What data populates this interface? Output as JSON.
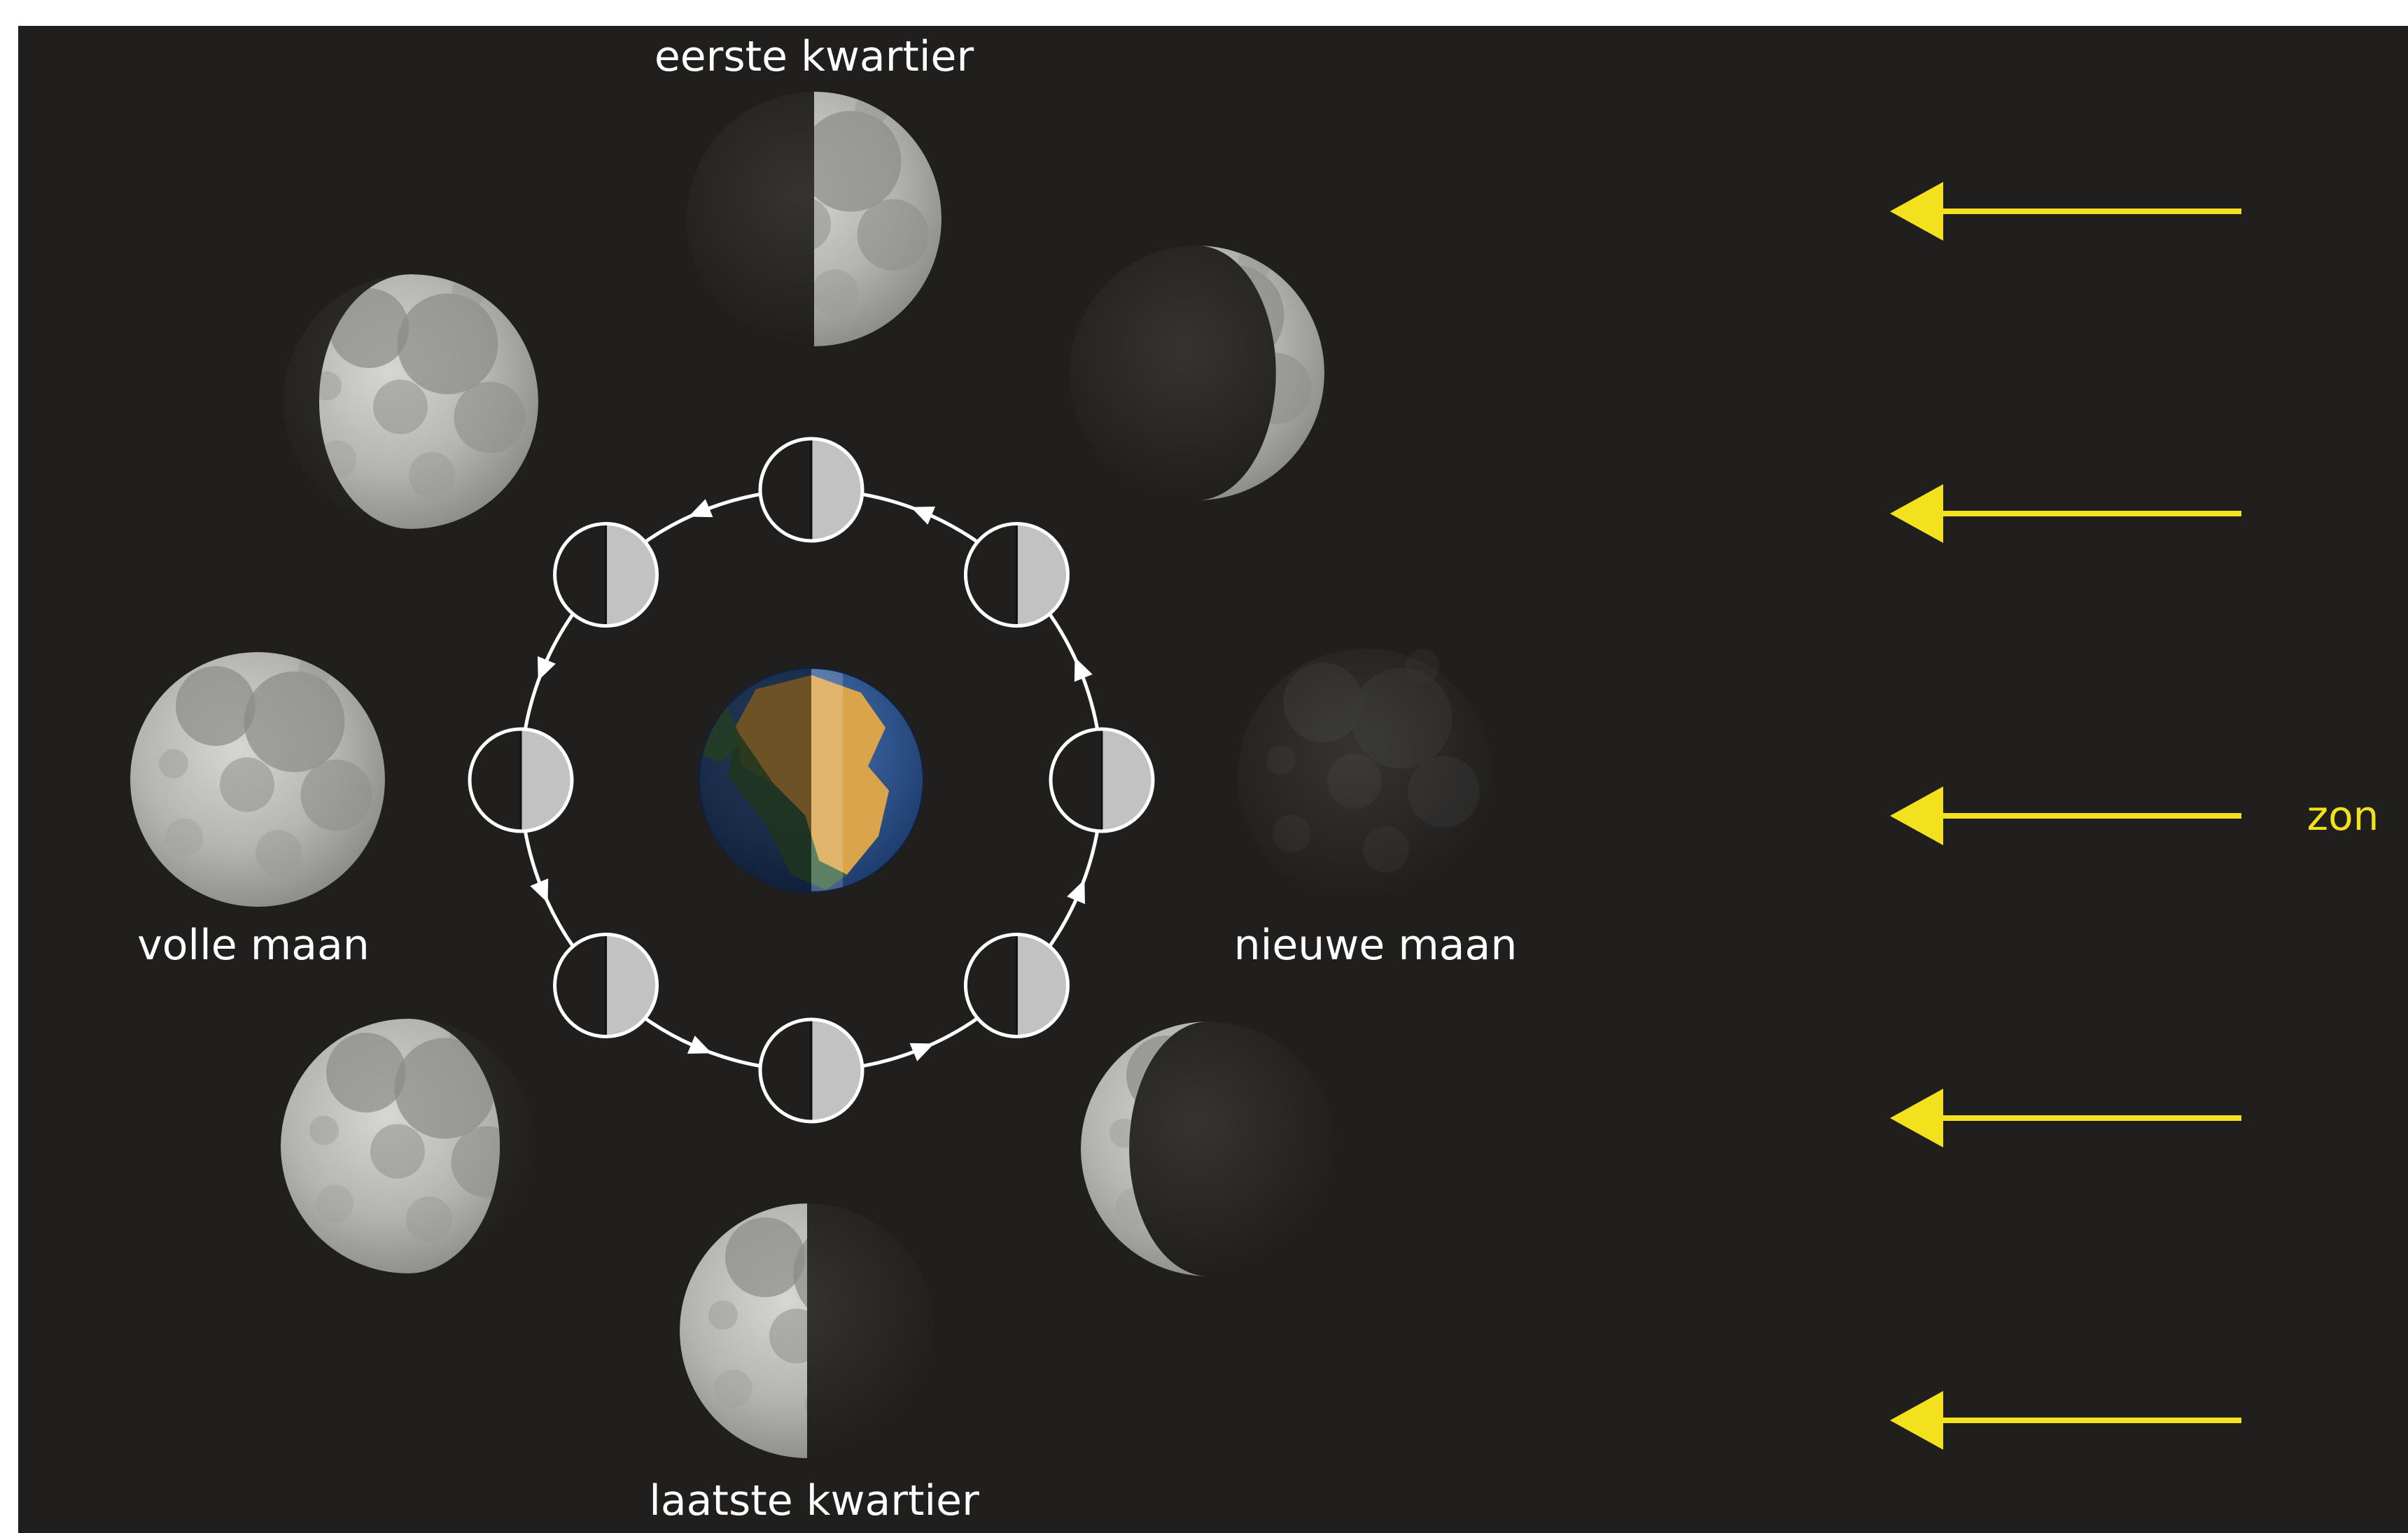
{
  "labels": {
    "first_quarter": "eerste kwartier",
    "last_quarter": "laatste kwartier",
    "full_moon": "volle maan",
    "new_moon": "nieuwe maan",
    "sun": "zon"
  },
  "colors": {
    "background": "#201f1e",
    "sun_rays": "#f2e11c",
    "orbit": "#ffffff",
    "moon_lit_small": "#c2c2c2",
    "earth_ocean": "#2f5a9a",
    "earth_land": "#d9a44a"
  },
  "icons": {
    "moon": "moon-phase-icon",
    "earth": "earth-icon",
    "sun_ray": "arrow-left-icon"
  }
}
